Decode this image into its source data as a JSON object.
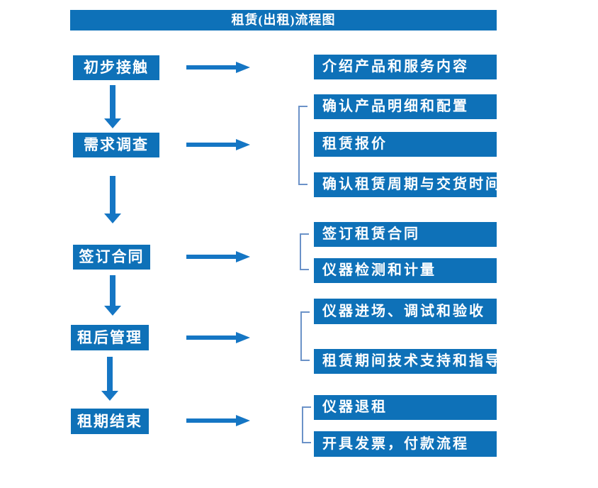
{
  "title": "租赁(出租)流程图",
  "colors": {
    "box_blue": "#0E71B8",
    "arrow_blue": "#1576C4",
    "bracket_blue": "#6B92C8",
    "text_white": "#FFFFFF"
  },
  "flow": [
    {
      "step": "初步接触",
      "details": [
        "介绍产品和服务内容"
      ]
    },
    {
      "step": "需求调查",
      "details": [
        "确认产品明细和配置",
        "租赁报价",
        "确认租赁周期与交货时间"
      ]
    },
    {
      "step": "签订合同",
      "details": [
        "签订租赁合同",
        "仪器检测和计量"
      ]
    },
    {
      "step": "租后管理",
      "details": [
        "仪器进场、调试和验收",
        "租赁期间技术支持和指导"
      ]
    },
    {
      "step": "租期结束",
      "details": [
        "仪器退租",
        "开具发票，付款流程"
      ]
    }
  ]
}
